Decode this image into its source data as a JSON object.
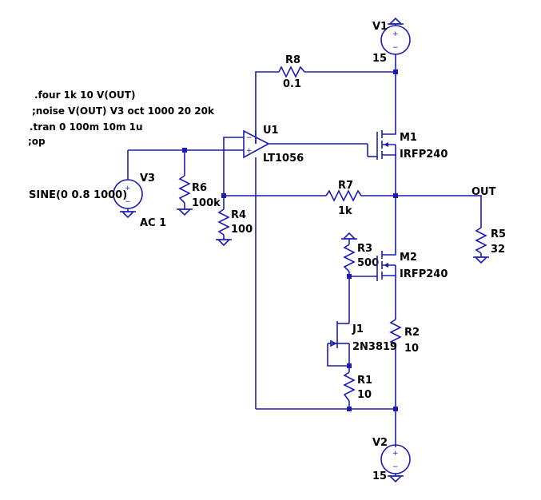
{
  "directives": [
    ".four 1k 10 V(OUT)",
    ";noise V(OUT) V3 oct 1000 20 20k",
    ".tran 0 100m 10m 1u",
    ";op"
  ],
  "components": {
    "V1": {
      "name": "V1",
      "value": "15"
    },
    "V2": {
      "name": "V2",
      "value": "15"
    },
    "V3": {
      "name": "V3",
      "value": "SINE(0 0.8 1000)",
      "ac": "AC 1"
    },
    "U1": {
      "name": "U1",
      "value": "LT1056"
    },
    "M1": {
      "name": "M1",
      "value": "IRFP240"
    },
    "M2": {
      "name": "M2",
      "value": "IRFP240"
    },
    "J1": {
      "name": "J1",
      "value": "2N3819"
    },
    "R1": {
      "name": "R1",
      "value": "10"
    },
    "R2": {
      "name": "R2",
      "value": "10"
    },
    "R3": {
      "name": "R3",
      "value": "500"
    },
    "R4": {
      "name": "R4",
      "value": "100"
    },
    "R5": {
      "name": "R5",
      "value": "32"
    },
    "R6": {
      "name": "R6",
      "value": "100k"
    },
    "R7": {
      "name": "R7",
      "value": "1k"
    },
    "R8": {
      "name": "R8",
      "value": "0.1"
    }
  },
  "nets": {
    "out": "OUT"
  },
  "symbols": {
    "plus": "+",
    "minus": "−"
  }
}
